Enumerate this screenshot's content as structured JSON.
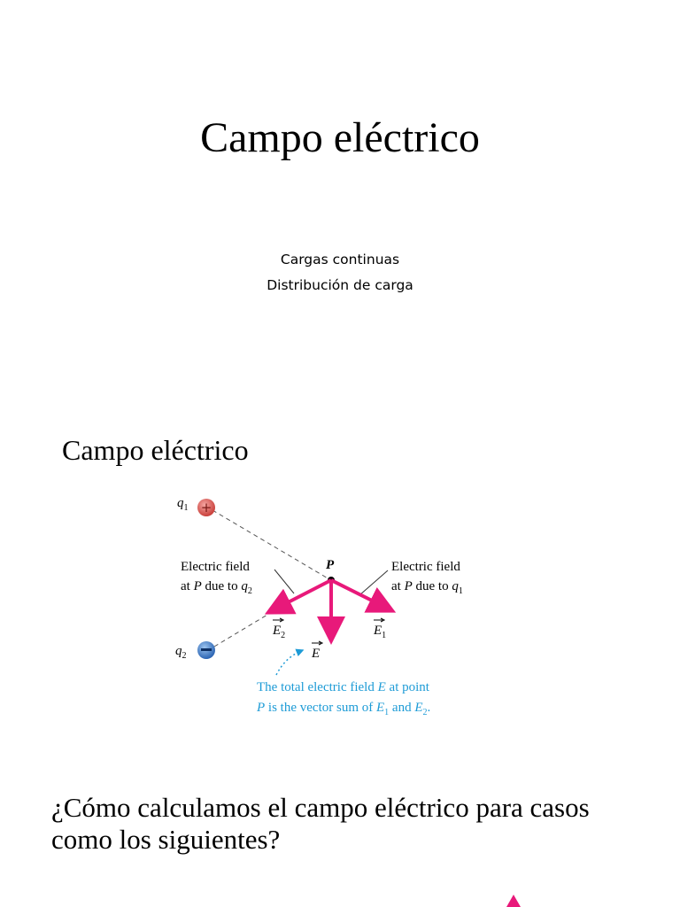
{
  "title_slide": {
    "title": "Campo eléctrico",
    "subtitle_line1": "Cargas continuas",
    "subtitle_line2": "Distribución de carga"
  },
  "figure_slide": {
    "heading": "Campo eléctrico",
    "figure": {
      "charge_q1_label": "q",
      "charge_q1_sub": "1",
      "charge_q2_label": "q",
      "charge_q2_sub": "2",
      "point_label": "P",
      "left_note_line1": "Electric field",
      "left_note_line2_prefix": "at",
      "left_note_line2_point": "P",
      "left_note_line2_mid": "due to",
      "left_note_line2_charge": "q",
      "left_note_line2_sub": "2",
      "right_note_line1": "Electric field",
      "right_note_line2_prefix": "at",
      "right_note_line2_point": "P",
      "right_note_line2_mid": "due to",
      "right_note_line2_charge": "q",
      "right_note_line2_sub": "1",
      "vector_e2": "E",
      "vector_e2_sub": "2",
      "vector_e1": "E",
      "vector_e1_sub": "1",
      "vector_e": "E",
      "caption_line1_a": "The total electric field",
      "caption_line1_e": "E",
      "caption_line1_b": "at point",
      "caption_line2_p": "P",
      "caption_line2_a": "is the vector sum of",
      "caption_line2_e1": "E",
      "caption_line2_e1_sub": "1",
      "caption_line2_and": "and",
      "caption_line2_e2": "E",
      "caption_line2_e2_sub": "2",
      "caption_line2_end": ".",
      "colors": {
        "vector": "#e8197a",
        "caption": "#1d9bd6",
        "positive_charge": "#d9534f",
        "negative_charge": "#3a78c9"
      }
    }
  },
  "question_slide": {
    "question": "¿Cómo calculamos el campo eléctrico para casos como los siguientes?"
  }
}
